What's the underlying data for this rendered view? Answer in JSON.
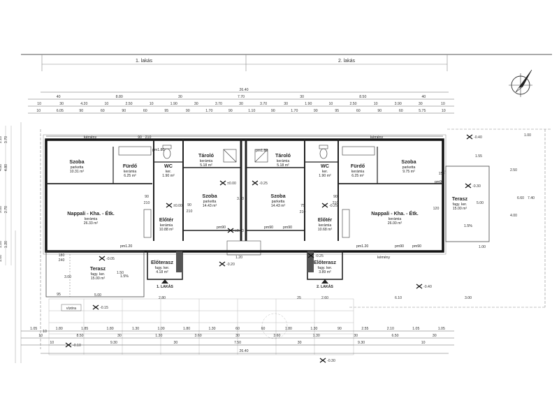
{
  "header": {
    "flat1": "1. lakás",
    "flat2": "2. lakás"
  },
  "overall": {
    "top_total": "26.40",
    "bottom_total": "26.40"
  },
  "top_dims": {
    "row1": [
      "40",
      "8.80",
      "30",
      "7.70",
      "30",
      "8.50",
      "40"
    ],
    "row2": [
      "10",
      "30",
      "4.20",
      "10",
      "2.50",
      "10",
      "1.90",
      "30",
      "3.70",
      "30",
      "3.70",
      "30",
      "1.90",
      "10",
      "2.50",
      "10",
      "3.90",
      "30",
      "10"
    ],
    "row3": [
      "10",
      "6.05",
      "90",
      "60",
      "90",
      "60",
      "95",
      "90",
      "1.70",
      "90",
      "1.10",
      "90",
      "1.70",
      "90",
      "95",
      "60",
      "90",
      "60",
      "5.75",
      "10"
    ]
  },
  "bottom_dims": {
    "row1": [
      "1.05",
      "1.80",
      "1.85",
      "1.80",
      "1.30",
      "1.00",
      "1.80",
      "1.30",
      "60",
      "60",
      "1.80",
      "1.30",
      "90",
      "2.55",
      "2.10",
      "1.05",
      "1.05"
    ],
    "row2": [
      "10",
      "8.50",
      "30",
      "1.30",
      "3.60",
      "30",
      "3.60",
      "1.30",
      "30",
      "6.50",
      "30"
    ],
    "row3": [
      "10",
      "9.30",
      "30",
      "7.50",
      "30",
      "9.30",
      "10"
    ]
  },
  "rooms": [
    {
      "id": "szoba1",
      "name": "Szoba",
      "floor": "parketta",
      "area": "10.31 m²"
    },
    {
      "id": "furdo1",
      "name": "Fürdő",
      "floor": "kerámia",
      "area": "6.25 m²"
    },
    {
      "id": "wc1",
      "name": "WC",
      "floor": "ker.",
      "area": "1.90 m²"
    },
    {
      "id": "tarolo1",
      "name": "Tároló",
      "floor": "kerámia",
      "area": "5.18 m²"
    },
    {
      "id": "szoba2",
      "name": "Szoba",
      "floor": "parketta",
      "area": "14.43 m²"
    },
    {
      "id": "nappali1",
      "name": "Nappali - Kha. - Étk.",
      "floor": "kerámia",
      "area": "26.33 m²"
    },
    {
      "id": "eloter1",
      "name": "Előtér",
      "floor": "kerámia",
      "area": "10.88 m²"
    },
    {
      "id": "eloterasz1",
      "name": "Előterasz",
      "floor": "fagy. ker.",
      "area": "4.18 m²"
    },
    {
      "id": "terasz1",
      "name": "Terasz",
      "floor": "fagy. ker.",
      "area": "15.00 m²"
    },
    {
      "id": "tarolo2",
      "name": "Tároló",
      "floor": "kerámia",
      "area": "5.18 m²"
    },
    {
      "id": "szoba3",
      "name": "Szoba",
      "floor": "parketta",
      "area": "14.43 m²"
    },
    {
      "id": "wc2",
      "name": "WC",
      "floor": "ker.",
      "area": "1.90 m²"
    },
    {
      "id": "furdo2",
      "name": "Fürdő",
      "floor": "kerámia",
      "area": "6.25 m²"
    },
    {
      "id": "szoba4",
      "name": "Szoba",
      "floor": "parketta",
      "area": "9.75 m²"
    },
    {
      "id": "nappali2",
      "name": "Nappali - Kha. - Étk.",
      "floor": "kerámia",
      "area": "26.00 m²"
    },
    {
      "id": "eloter2",
      "name": "Előtér",
      "floor": "kerámia",
      "area": "10.68 m²"
    },
    {
      "id": "eloterasz2",
      "name": "Előterasz",
      "floor": "fagy. ker.",
      "area": "3.89 m²"
    },
    {
      "id": "terasz2",
      "name": "Terasz",
      "floor": "fagy. ker.",
      "area": "15.00 m²"
    }
  ],
  "levels": [
    "-0.40",
    "±0.00",
    "±0.00",
    "-0.25",
    "±0.00",
    "-0.25",
    "-0.30",
    "-0.05",
    "-0.20",
    "-0.25",
    "-0.40",
    "-0.15",
    "-0.10",
    "-0.30"
  ],
  "entrances": {
    "e1": "1. LAKÁS",
    "e2": "2. LAKÁS"
  },
  "misc": {
    "vizora": "vízóra",
    "pm1": "pm1.80",
    "pm2": "pm1.80",
    "pm3": "pm90",
    "pm4": "pm90",
    "pm5": "pm90",
    "pm6": "pm1.20",
    "pm7": "pm1.20",
    "pm8": "pm90",
    "pm9": "pm90",
    "pm10": "pm90",
    "kemeny1": "kémény",
    "kemeny2": "kémény",
    "kemeny3": "kémény"
  },
  "slope": {
    "s1": "1.5%",
    "s2": "1.5%"
  },
  "small_labels": {
    "d1": "3.00",
    "d2": "5.00",
    "d3": "2.80",
    "d4": "25",
    "d5": "2.60",
    "d6": "6.10",
    "d7": "3.00",
    "d8": "1.50",
    "d9": "1.55",
    "d10": "5.00",
    "d11": "1.20",
    "d12": "3.00",
    "d13": "1.00",
    "d14": "7.40",
    "d15": "6.60",
    "d16": "4.00",
    "d17": "2.50",
    "d18": "1.00",
    "d19": "95",
    "d20": "10",
    "w1": "90",
    "w2": "210",
    "w3": "90",
    "w4": "210",
    "w5": "75",
    "w6": "210",
    "w7": "90",
    "w8": "210",
    "w9": "90",
    "w10": "210",
    "w11": "180",
    "w12": "240",
    "w13": "120",
    "w14": "150",
    "l1": "9.00",
    "l2": "4.80",
    "l3": "1.20",
    "l4": "1.00",
    "l5": "4.80",
    "l6": "2.70",
    "l7": "1.20",
    "l8": "3.70",
    "l9": "2.10"
  }
}
